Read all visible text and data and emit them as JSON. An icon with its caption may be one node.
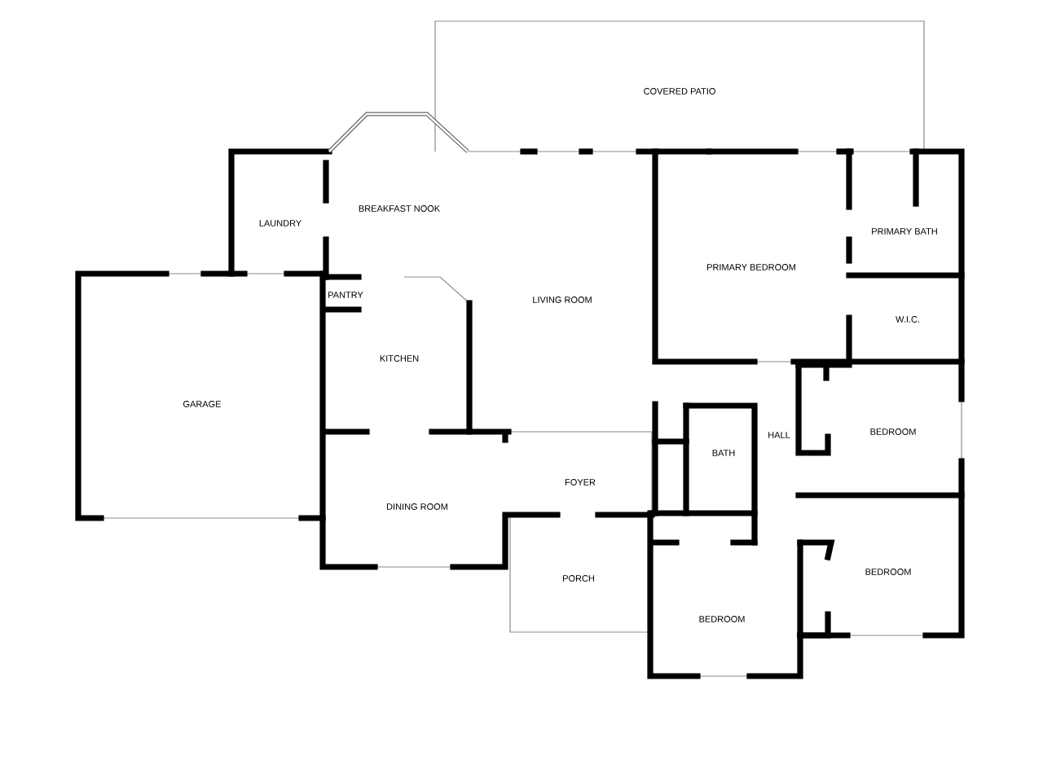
{
  "diagram": {
    "labels": [
      "COVERED PATIO",
      "BREAKFAST NOOK",
      "LAUNDRY",
      "PRIMARY BATH",
      "PRIMARY BEDROOM",
      "LIVING ROOM",
      "PANTRY",
      "W.I.C.",
      "KITCHEN",
      "GARAGE",
      "BEDROOM",
      "HALL",
      "BATH",
      "FOYER",
      "DINING ROOM",
      "BEDROOM",
      "PORCH",
      "BEDROOM"
    ]
  }
}
